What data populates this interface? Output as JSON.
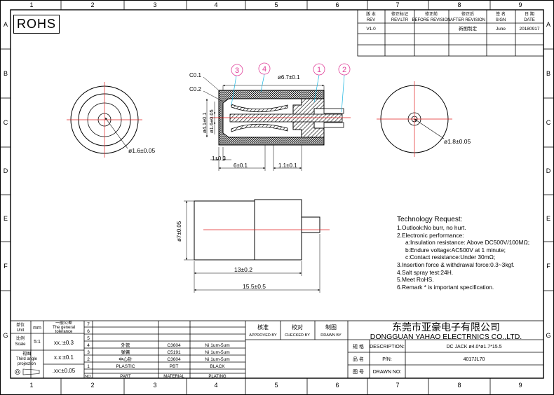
{
  "rohs": "ROHS",
  "grid": {
    "cols": [
      "1",
      "2",
      "3",
      "4",
      "5",
      "6",
      "7",
      "8",
      "9"
    ],
    "rows": [
      "A",
      "B",
      "C",
      "D",
      "E",
      "F",
      "G"
    ]
  },
  "revision_table": {
    "headers": [
      {
        "cn": "版 本",
        "en": "REV"
      },
      {
        "cn": "修正标记",
        "en": "REV.LTR"
      },
      {
        "cn": "修正前",
        "en": "BEFORE REVISION"
      },
      {
        "cn": "修正后",
        "en": "AFTER REVISION"
      },
      {
        "cn": "签 名",
        "en": "SIGN"
      },
      {
        "cn": "日 期",
        "en": "DATE"
      }
    ],
    "row": [
      "V1.0",
      "",
      "",
      "新图制定",
      "June",
      "20180917"
    ]
  },
  "dims": {
    "c01": "C0.1",
    "c02": "C0.2",
    "d67": "ø6.7±0.1",
    "d41": "ø4.1±0.1",
    "d16": "ø1.6±0.05",
    "d16b": "ø1.6±0.05",
    "d18": "ø1.8±0.05",
    "l13": "1±0.3",
    "l6": "6±0.1",
    "l11": "1.1±0.1",
    "d7": "ø7±0.05",
    "l13b": "13±0.2",
    "l155": "15.5±0.5"
  },
  "callouts": [
    "3",
    "4",
    "1",
    "2"
  ],
  "tech": {
    "title": "Technology Request:",
    "lines": [
      {
        "t": "1.Outlook:No burr, no hurt.",
        "indent": false
      },
      {
        "t": "2.Electronic performance:",
        "indent": false
      },
      {
        "t": "a:Insulation resistance: Above DC500V/100MΩ;",
        "indent": true
      },
      {
        "t": "b:Endure voltage:AC500V at 1 minute;",
        "indent": true
      },
      {
        "t": "c:Contact resistance:Under 30mΩ;",
        "indent": true
      },
      {
        "t": "3.Insertion force & withdrawal force:0.3~3kgf.",
        "indent": false
      },
      {
        "t": "4.Salt spray test:24H.",
        "indent": false
      },
      {
        "t": "5.Meet RoHS.",
        "indent": false
      },
      {
        "t": "6.Remark * is important specification.",
        "indent": false
      }
    ]
  },
  "title_block": {
    "unit_cn": "单位",
    "unit_en": "Unit",
    "unit_val": "mm",
    "scale_cn": "比例",
    "scale_en": "Scale",
    "scale_val": "5:1",
    "proj_cn": "视图",
    "proj_en1": "Third angle",
    "proj_en2": "projection",
    "tol_cn": "一般公差",
    "tol_en1": "The general",
    "tol_en2": "tolerance",
    "tol1": "xx.:±0.3",
    "tol2": "x.x:±0.1",
    "tol3": ".xx:±0.05",
    "bom": [
      {
        "no": "7",
        "part": "",
        "mat": "",
        "plat": ""
      },
      {
        "no": "6",
        "part": "",
        "mat": "",
        "plat": ""
      },
      {
        "no": "5",
        "part": "",
        "mat": "",
        "plat": ""
      },
      {
        "no": "4",
        "part": "外管",
        "mat": "C3604",
        "plat": "Ni 1um-5um"
      },
      {
        "no": "3",
        "part": "弹簧",
        "mat": "C5191",
        "plat": "Ni 1um-5um"
      },
      {
        "no": "2",
        "part": "中心针",
        "mat": "C3604",
        "plat": "Ni 1um-5um"
      },
      {
        "no": "1",
        "part": "PLASTIC",
        "mat": "PBT",
        "plat": "BLACK"
      }
    ],
    "bom_head": {
      "no": "NO.",
      "part": "PART",
      "mat": "MATERIAL",
      "plat": "PLATING"
    },
    "approved_cn": "核准",
    "approved_en": "APPROVED BY",
    "checked_cn": "校对",
    "checked_en": "CHECKED BY",
    "drawn_cn": "制图",
    "drawn_en": "DRAWN BY",
    "company_cn": "东莞市亚豪电子有限公司",
    "company_en": "DONGGUAN YAHAO ELECTRNICS CO.,LTD.",
    "desc_cn": "规 格",
    "desc_en": "DESCRIPTION:",
    "desc_val": "DC JACK ø4.0*ø1.7*15.5",
    "pn_cn": "品 名",
    "pn_en": "P/N:",
    "pn_val": "4017JL70",
    "dwg_cn": "图 号",
    "dwg_en": "DRAWN NO:",
    "dwg_val": ""
  }
}
